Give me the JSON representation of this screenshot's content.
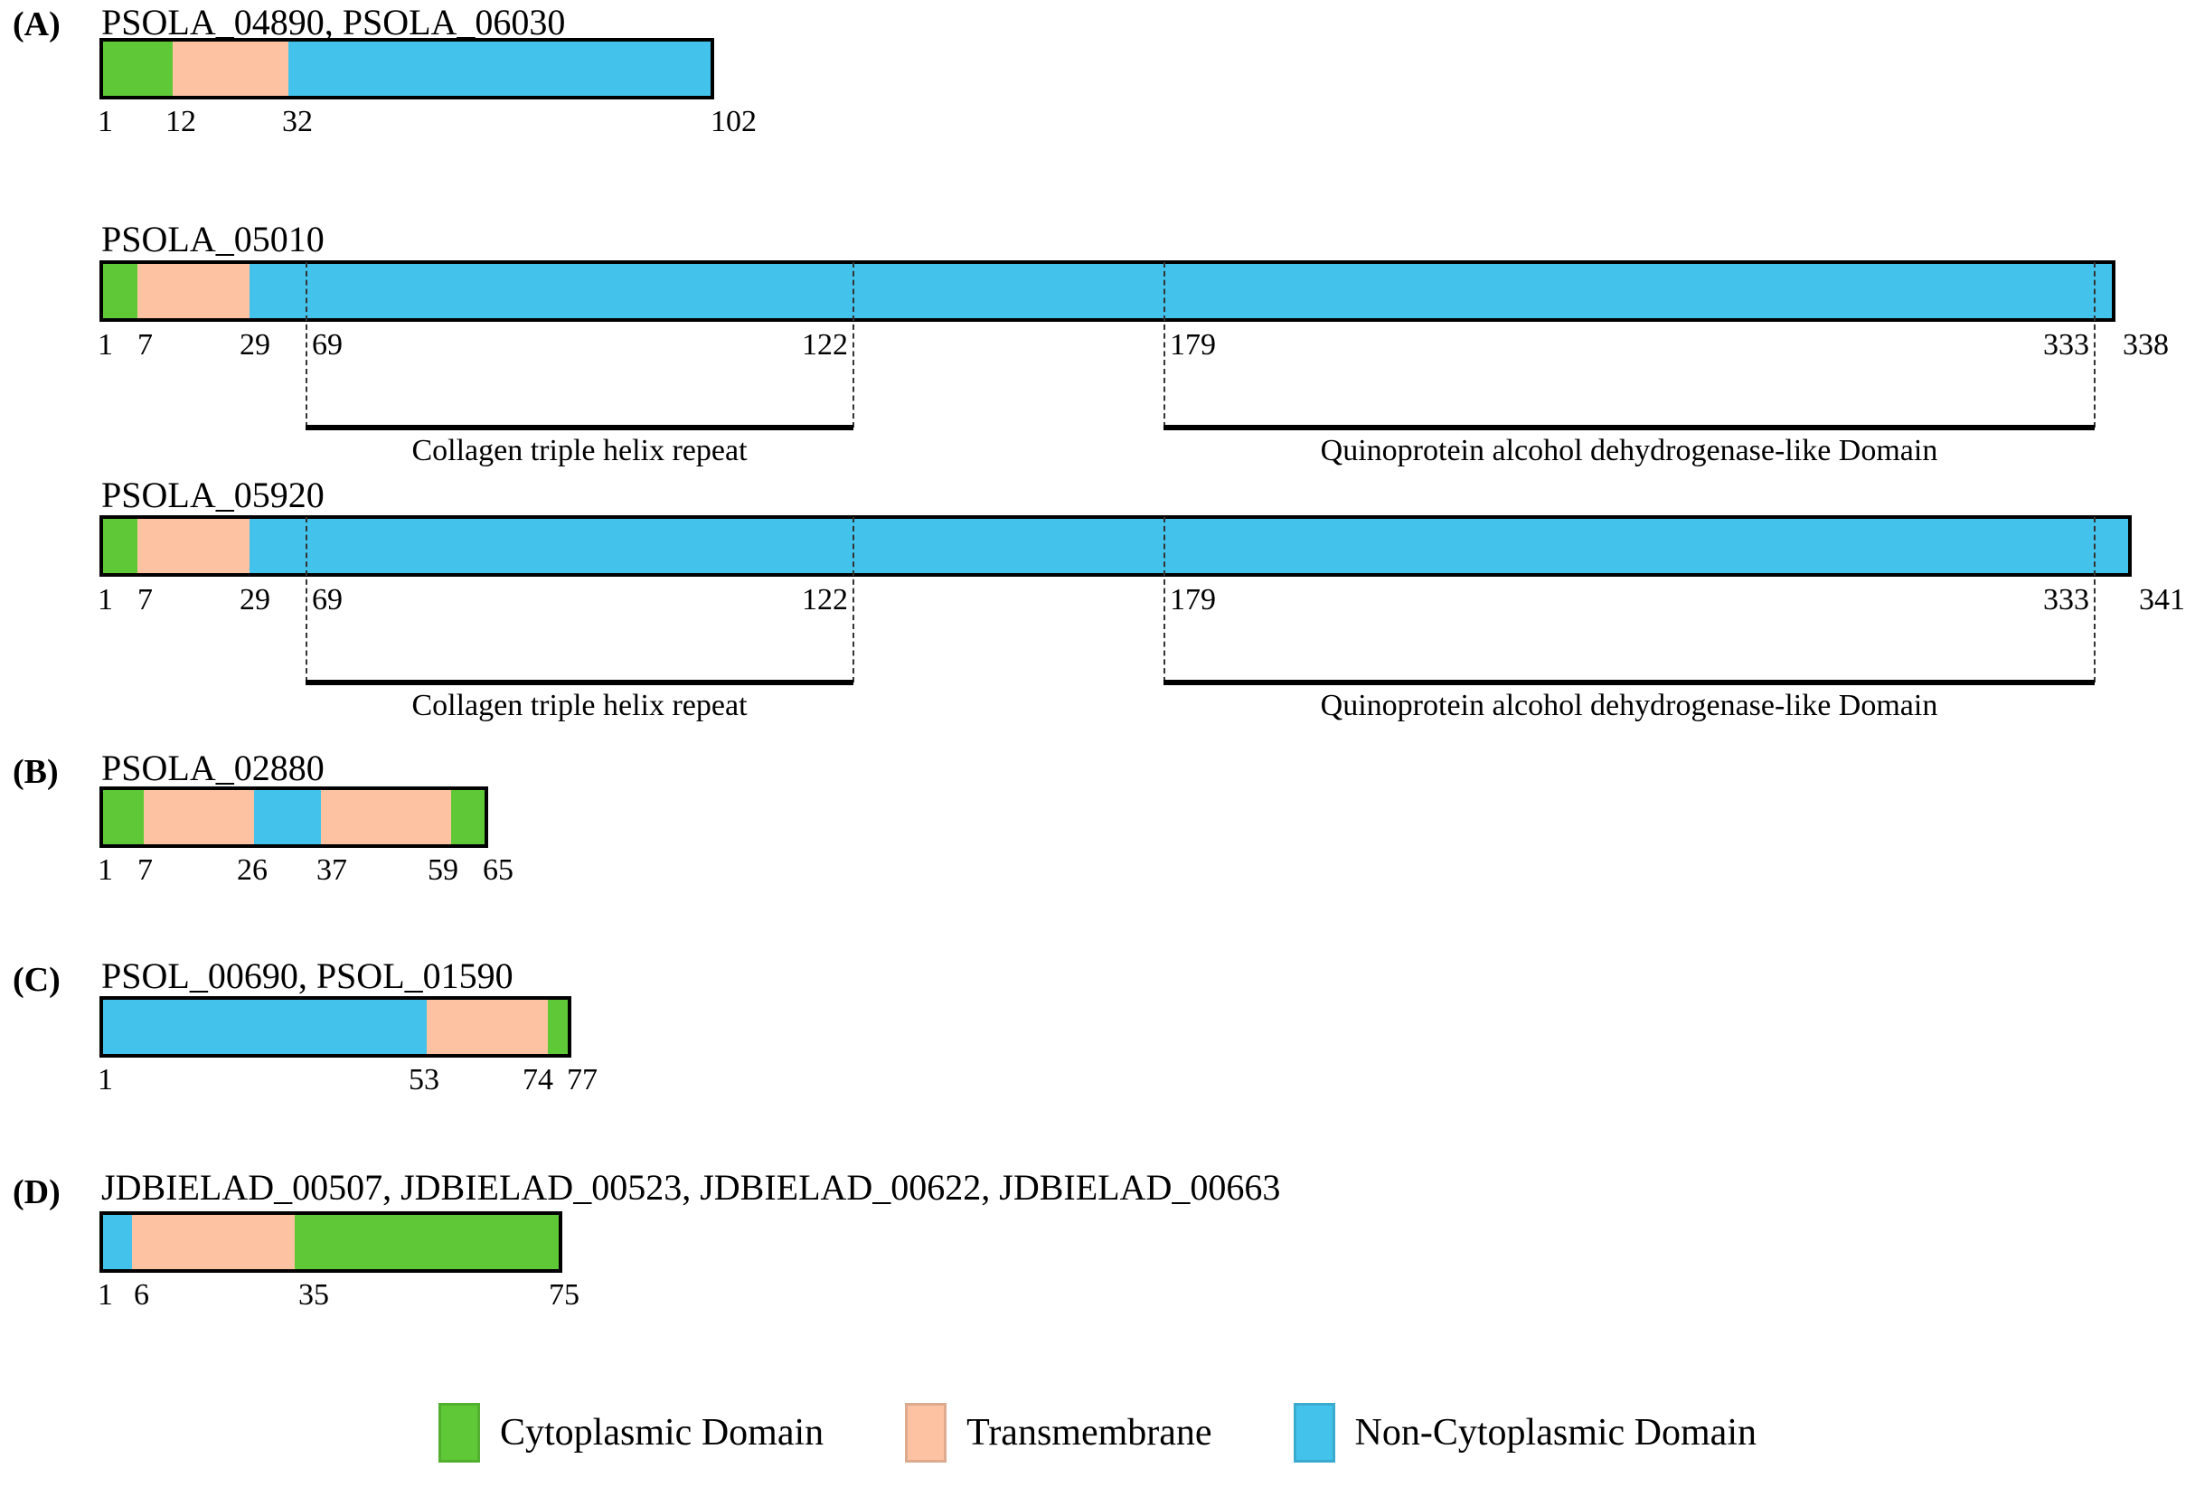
{
  "figure": {
    "type": "protein-domain-architecture-diagram",
    "colors": {
      "cytoplasmic": "#5FC836",
      "transmembrane": "#FCC2A2",
      "non_cytoplasmic": "#43C3EB",
      "outline": "#000000"
    }
  },
  "panels": [
    {
      "tag": "(A)",
      "proteins": [
        {
          "title": "PSOLA_04890, PSOLA_06030",
          "length": 102,
          "segments": [
            {
              "type": "cytoplasmic",
              "start": 1,
              "end": 12
            },
            {
              "type": "transmembrane",
              "start": 12,
              "end": 32
            },
            {
              "type": "non_cytoplasmic",
              "start": 32,
              "end": 102
            }
          ],
          "ticks": [
            "1",
            "12",
            "32",
            "102"
          ],
          "domains": []
        },
        {
          "title": "PSOLA_05010",
          "length": 338,
          "segments": [
            {
              "type": "cytoplasmic",
              "start": 1,
              "end": 7
            },
            {
              "type": "transmembrane",
              "start": 7,
              "end": 29
            },
            {
              "type": "non_cytoplasmic",
              "start": 29,
              "end": 338
            }
          ],
          "ticks": [
            "1",
            "7",
            "29",
            "69",
            "122",
            "179",
            "333",
            "338"
          ],
          "domains": [
            {
              "label": "Collagen triple helix repeat",
              "start": 69,
              "end": 122
            },
            {
              "label": "Quinoprotein alcohol dehydrogenase-like Domain",
              "start": 179,
              "end": 333
            }
          ]
        },
        {
          "title": "PSOLA_05920",
          "length": 341,
          "segments": [
            {
              "type": "cytoplasmic",
              "start": 1,
              "end": 7
            },
            {
              "type": "transmembrane",
              "start": 7,
              "end": 29
            },
            {
              "type": "non_cytoplasmic",
              "start": 29,
              "end": 341
            }
          ],
          "ticks": [
            "1",
            "7",
            "29",
            "69",
            "122",
            "179",
            "333",
            "341"
          ],
          "domains": [
            {
              "label": "Collagen triple helix repeat",
              "start": 69,
              "end": 122
            },
            {
              "label": "Quinoprotein alcohol dehydrogenase-like Domain",
              "start": 179,
              "end": 333
            }
          ]
        }
      ]
    },
    {
      "tag": "(B)",
      "proteins": [
        {
          "title": "PSOLA_02880",
          "length": 65,
          "segments": [
            {
              "type": "cytoplasmic",
              "start": 1,
              "end": 7
            },
            {
              "type": "transmembrane",
              "start": 7,
              "end": 26
            },
            {
              "type": "non_cytoplasmic",
              "start": 26,
              "end": 37
            },
            {
              "type": "transmembrane",
              "start": 37,
              "end": 59
            },
            {
              "type": "cytoplasmic",
              "start": 59,
              "end": 65
            }
          ],
          "ticks": [
            "1",
            "7",
            "26",
            "37",
            "59",
            "65"
          ],
          "domains": []
        }
      ]
    },
    {
      "tag": "(C)",
      "proteins": [
        {
          "title": "PSOL_00690, PSOL_01590",
          "length": 77,
          "segments": [
            {
              "type": "non_cytoplasmic",
              "start": 1,
              "end": 53
            },
            {
              "type": "transmembrane",
              "start": 53,
              "end": 74
            },
            {
              "type": "cytoplasmic",
              "start": 74,
              "end": 77
            }
          ],
          "ticks": [
            "1",
            "53",
            "74",
            "77"
          ],
          "domains": []
        }
      ]
    },
    {
      "tag": "(D)",
      "proteins": [
        {
          "title": "JDBIELAD_00507, JDBIELAD_00523, JDBIELAD_00622, JDBIELAD_00663",
          "length": 75,
          "segments": [
            {
              "type": "non_cytoplasmic",
              "start": 1,
              "end": 6
            },
            {
              "type": "transmembrane",
              "start": 6,
              "end": 35
            },
            {
              "type": "cytoplasmic",
              "start": 35,
              "end": 75
            }
          ],
          "ticks": [
            "1",
            "6",
            "35",
            "75"
          ],
          "domains": []
        }
      ]
    }
  ],
  "legend": {
    "items": [
      {
        "label": "Cytoplasmic Domain",
        "color": "#5FC836"
      },
      {
        "label": "Transmembrane",
        "color": "#FCC2A2"
      },
      {
        "label": "Non-Cytoplasmic Domain",
        "color": "#43C3EB"
      }
    ]
  }
}
